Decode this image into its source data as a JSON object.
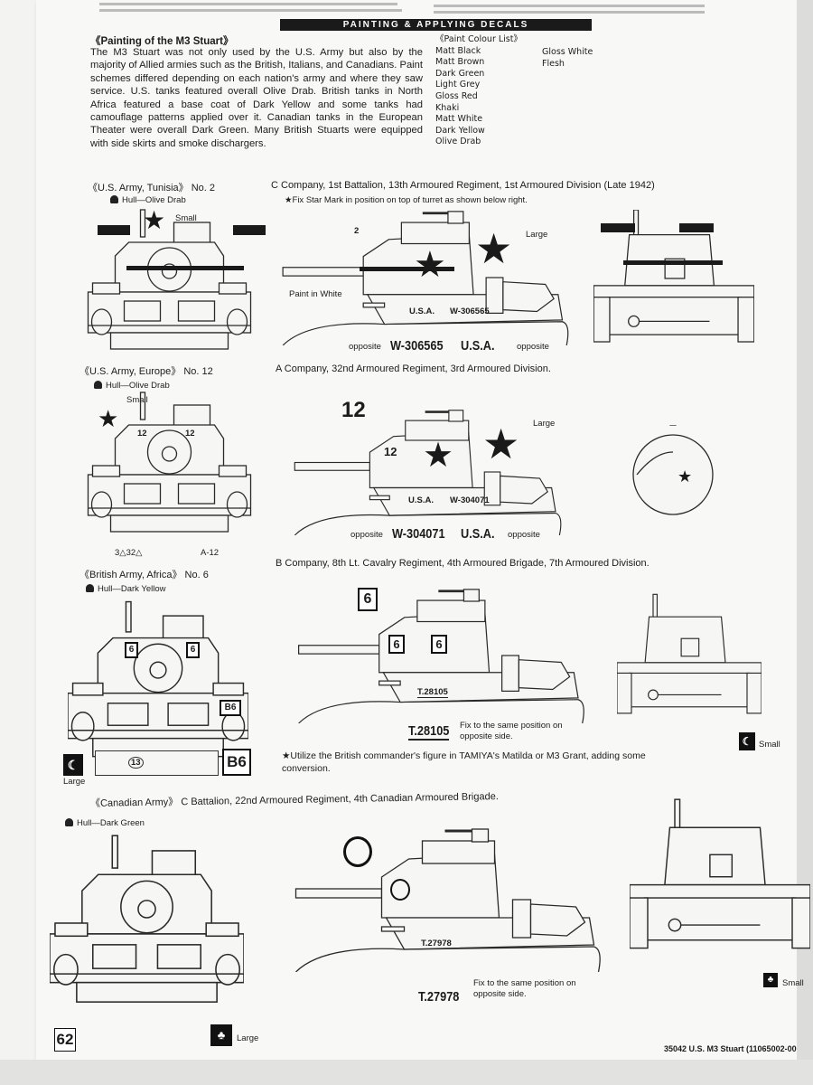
{
  "banner": "PAINTING & APPLYING DECALS",
  "intro": {
    "heading": "《Painting of the M3 Stuart》",
    "paragraph": "The M3 Stuart was not only used by the U.S. Army but also by the majority of Allied armies such as the British, Italians, and Canadians. Paint schemes differed depending on each nation's army and where they saw service. U.S. tanks featured overall Olive Drab. British tanks in North Africa featured a base coat of Dark Yellow and some tanks had camouflage patterns applied over it. Canadian tanks in the European Theater were overall Dark Green. Many British Stuarts were equipped with side skirts and smoke dischargers."
  },
  "paint_list": {
    "title": "《Paint Colour List》",
    "col1": [
      "Matt Black",
      "Matt Brown",
      "Dark Green",
      "Light Grey",
      "Gloss Red",
      "Khaki",
      "Matt White",
      "Dark Yellow",
      "Olive Drab"
    ],
    "col2": [
      "Gloss White",
      "Flesh"
    ]
  },
  "schemes": [
    {
      "title": "《U.S. Army, Tunisia》 No. 2",
      "hull": "Hull—Olive Drab",
      "unit": "C Company, 1st Battalion, 13th Armoured Regiment, 1st Armoured Division (Late 1942)",
      "note": "★Fix Star Mark in position on top of turret as shown below right.",
      "small": "Small",
      "large": "Large",
      "paint_white": "Paint in White",
      "turret_no": "2",
      "usa": "U.S.A.",
      "serial": "W-306565",
      "opposite": "opposite"
    },
    {
      "title": "《U.S. Army, Europe》 No. 12",
      "hull": "Hull—Olive Drab",
      "unit": "A Company, 32nd Armoured Regiment, 3rd Armoured Division.",
      "small": "Small",
      "large": "Large",
      "turret_no": "12",
      "usa": "U.S.A.",
      "serial": "W-304071",
      "opposite": "opposite",
      "front_marks": [
        "3△32△",
        "A-12"
      ]
    },
    {
      "title": "《British Army, Africa》 No. 6",
      "hull": "Hull—Dark Yellow",
      "unit": "B Company, 8th Lt. Cavalry Regiment, 4th Armoured Brigade, 7th Armoured Division.",
      "turret_no": "6",
      "serial": "T.28105",
      "fix_note": "Fix to the same position on opposite side.",
      "plate": "13",
      "code": "B6",
      "large": "Large",
      "small": "Small",
      "note": "★Utilize the British commander's figure in TAMIYA's Matilda or M3 Grant, adding some conversion."
    },
    {
      "title": "《Canadian Army》 C Battalion, 22nd Armoured Regiment, 4th Canadian Armoured Brigade.",
      "hull": "Hull—Dark Green",
      "serial": "T.27978",
      "fix_note": "Fix to the same position on opposite side.",
      "number": "62",
      "large": "Large",
      "small": "Small"
    }
  ],
  "footer": "35042 U.S. M3 Stuart (11065002-00"
}
